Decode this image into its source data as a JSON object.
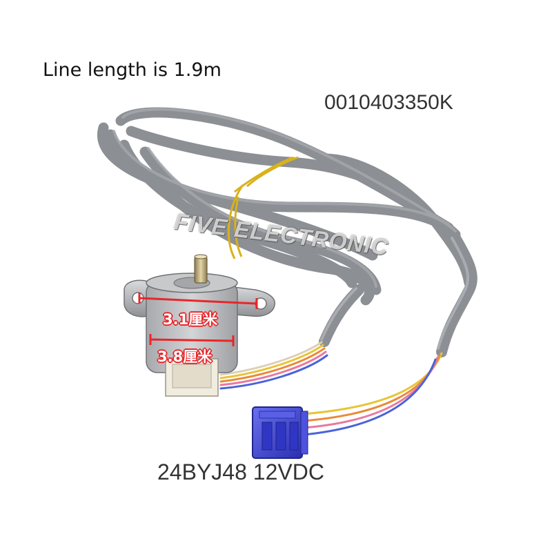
{
  "caption": {
    "line_length": "Line length is 1.9m",
    "part_number": "0010403350K",
    "model_spec": "24BYJ48  12VDC"
  },
  "watermark": {
    "text": "FIVE ELECTRONIC"
  },
  "dimensions": {
    "width_label": "3.1厘米",
    "height_label": "3.8厘米"
  },
  "colors": {
    "cable": "#8c8f93",
    "connector": "#3a3fd0",
    "dimension_marker": "#e8262a",
    "wire_yellow": "#e8c437",
    "wire_orange": "#e98a3a",
    "wire_pink": "#e77aa0",
    "wire_blue": "#4a63d8"
  }
}
